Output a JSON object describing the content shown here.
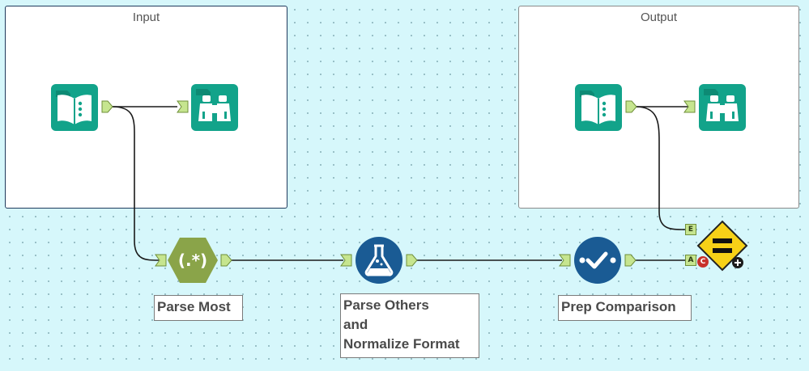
{
  "containers": {
    "input": {
      "title": "Input"
    },
    "output": {
      "title": "Output"
    }
  },
  "tools": {
    "regex": {
      "icon": "regex-icon",
      "glyph": "(.*)",
      "color": "#8aa449",
      "label": "Parse Most"
    },
    "formula": {
      "icon": "flask-icon",
      "color": "#1a5b94",
      "label": "Parse Others\nand\nNormalize Format"
    },
    "select": {
      "icon": "checkmark-icon",
      "color": "#1a5b94",
      "label": "Prep Comparison"
    },
    "input_data": {
      "icon": "book-icon",
      "color": "#12a38a"
    },
    "browse": {
      "icon": "binoculars-icon",
      "color": "#12a38a"
    },
    "test": {
      "icon": "equals-sign-icon",
      "color": "#f7d117"
    }
  },
  "anchors": {
    "e": "E",
    "a": "A",
    "c": "C"
  },
  "colors": {
    "anchor_fill": "#c6e58f",
    "anchor_stroke": "#6f8f3a",
    "connection": "#1a1a1a"
  }
}
